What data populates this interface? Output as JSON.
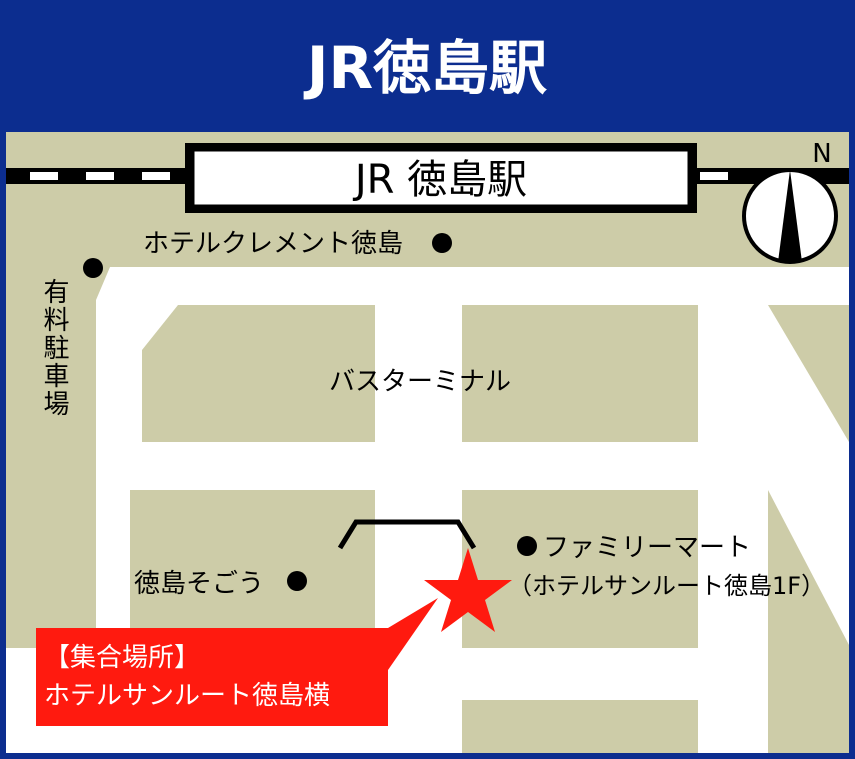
{
  "header": {
    "title": "JR徳島駅"
  },
  "station": {
    "label": "JR 徳島駅"
  },
  "compass": {
    "north_label": "N"
  },
  "landmarks": {
    "hotel_clement": "ホテルクレメント徳島",
    "parking": "有料駐車場",
    "bus_terminal": "バスターミナル",
    "sogo": "徳島そごう",
    "familymart": "ファミリーマート",
    "familymart_sub": "（ホテルサンルート徳島1F）"
  },
  "meeting_point": {
    "heading": "【集合場所】",
    "place": "ホテルサンルート徳島横"
  },
  "colors": {
    "header_bg": "#0c2d8f",
    "map_block": "#cdcca8",
    "road": "#ffffff",
    "callout": "#ff1a0f",
    "marker": "#ff1a0f"
  }
}
